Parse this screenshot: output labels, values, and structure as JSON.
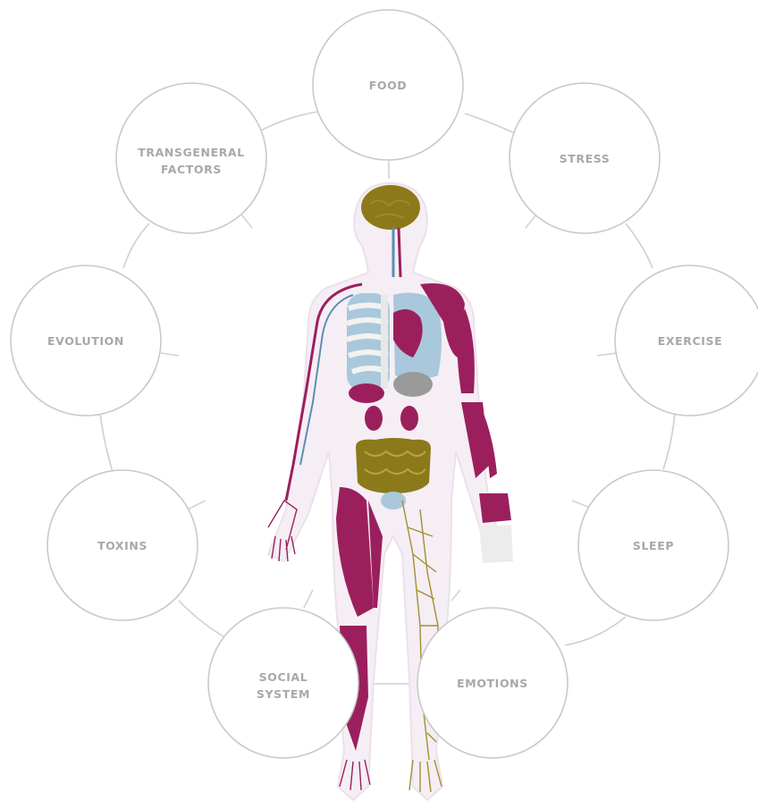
{
  "factors": [
    {
      "id": "food",
      "lines": [
        "FOOD"
      ]
    },
    {
      "id": "stress",
      "lines": [
        "STRESS"
      ]
    },
    {
      "id": "exercise",
      "lines": [
        "EXERCISE"
      ]
    },
    {
      "id": "sleep",
      "lines": [
        "SLEEP"
      ]
    },
    {
      "id": "emotions",
      "lines": [
        "EMOTIONS"
      ]
    },
    {
      "id": "social-system",
      "lines": [
        "SOCIAL",
        "SYSTEM"
      ]
    },
    {
      "id": "toxins",
      "lines": [
        "TOXINS"
      ]
    },
    {
      "id": "evolution",
      "lines": [
        "EVOLUTION"
      ]
    },
    {
      "id": "transgeneral-factors",
      "lines": [
        "TRANSGENERAL",
        "FACTORS"
      ]
    }
  ],
  "colors": {
    "circle_stroke": "#c9c9c9",
    "label": "#a8a8a8",
    "muscle": "#9c1f5d",
    "organ_blue": "#a9c8dc",
    "gut": "#8c7a1a",
    "body_outline": "#efe3ee"
  }
}
